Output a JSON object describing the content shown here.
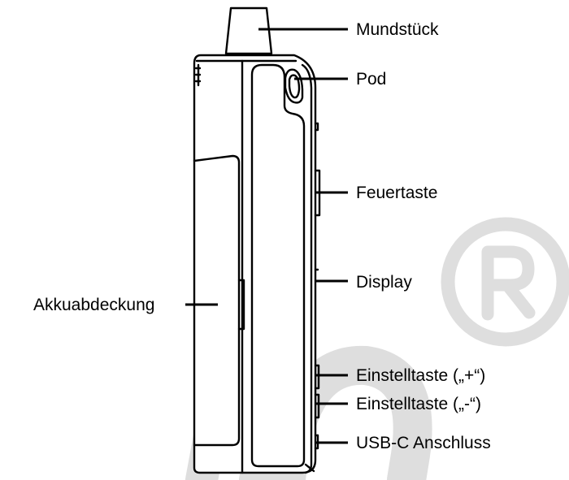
{
  "labels": {
    "mouthpiece": "Mundstück",
    "pod": "Pod",
    "fire_button": "Feuertaste",
    "display": "Display",
    "battery_cover": "Akkuabdeckung",
    "adjust_plus": "Einstelltaste („+“)",
    "adjust_minus": "Einstelltaste („-“)",
    "usb_c": "USB-C Anschluss"
  },
  "colors": {
    "line": "#000000",
    "watermark": "#dedede",
    "background": "#ffffff"
  }
}
